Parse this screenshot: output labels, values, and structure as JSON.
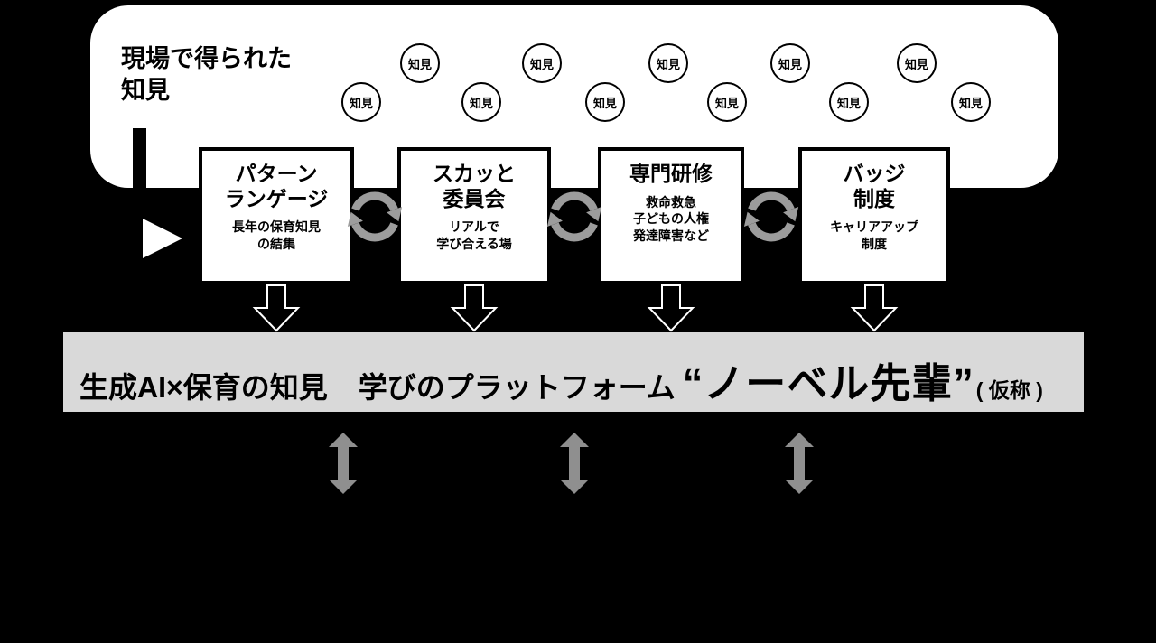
{
  "cloud": {
    "title": "現場で得られた\n知見",
    "circles": [
      "知見",
      "知見",
      "知見",
      "知見",
      "知見",
      "知見",
      "知見",
      "知見",
      "知見",
      "知見",
      "知見"
    ]
  },
  "boxes": [
    {
      "title": "パターン\nランゲージ",
      "subtitle": "長年の保育知見\nの結集"
    },
    {
      "title": "スカッと\n委員会",
      "subtitle": "リアルで\n学び合える場"
    },
    {
      "title": "専門研修",
      "subtitle": "救命救急\n子どもの人権\n発達障害など"
    },
    {
      "title": "バッジ\n制度",
      "subtitle": "キャリアアップ\n制度"
    }
  ],
  "platform_bar": {
    "left_text": "生成AI×保育の知見",
    "middle_text": "学びのプラットフォーム",
    "highlight_text": "“ノーベル先輩”",
    "suffix_text": "( 仮称 )"
  },
  "colors": {
    "background": "#000000",
    "cloud_bg": "#ffffff",
    "box_bg": "#ffffff",
    "box_border": "#000000",
    "platform_bar_bg": "#d9d9d9",
    "cycle_arrow": "#9c9c9c",
    "double_arrow": "#8f8f8f"
  }
}
